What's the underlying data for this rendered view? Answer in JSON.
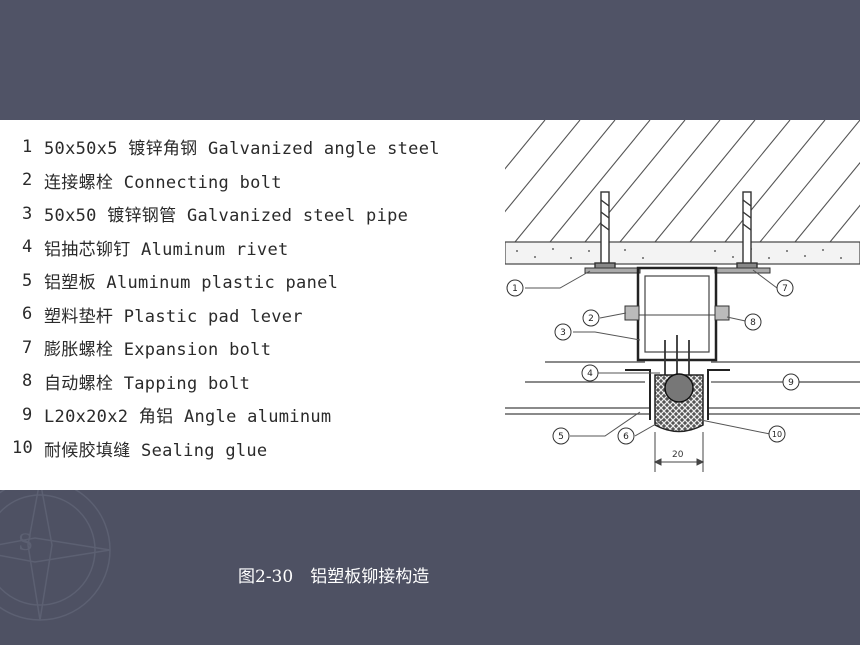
{
  "legend": [
    {
      "num": "1",
      "text": "50x50x5 镀锌角钢 Galvanized angle steel"
    },
    {
      "num": "2",
      "text": "连接螺栓 Connecting bolt"
    },
    {
      "num": "3",
      "text": "50x50 镀锌钢管 Galvanized steel pipe"
    },
    {
      "num": "4",
      "text": "铝抽芯铆钉 Aluminum rivet"
    },
    {
      "num": "5",
      "text": "铝塑板 Aluminum plastic panel"
    },
    {
      "num": "6",
      "text": "塑料垫杆 Plastic pad lever"
    },
    {
      "num": "7",
      "text": "膨胀螺栓 Expansion bolt"
    },
    {
      "num": "8",
      "text": "自动螺栓 Tapping bolt"
    },
    {
      "num": "9",
      "text": "L20x20x2 角铝 Angle aluminum"
    },
    {
      "num": "10",
      "text": "耐候胶填缝 Sealing glue"
    }
  ],
  "callouts": [
    "1",
    "2",
    "3",
    "4",
    "5",
    "6",
    "7",
    "8",
    "9",
    "10"
  ],
  "dimension": "20",
  "caption": "图2-30　铝塑板铆接构造",
  "colors": {
    "background": "#4e5163",
    "figure": "#ffffff",
    "caption": "#ffffff"
  }
}
